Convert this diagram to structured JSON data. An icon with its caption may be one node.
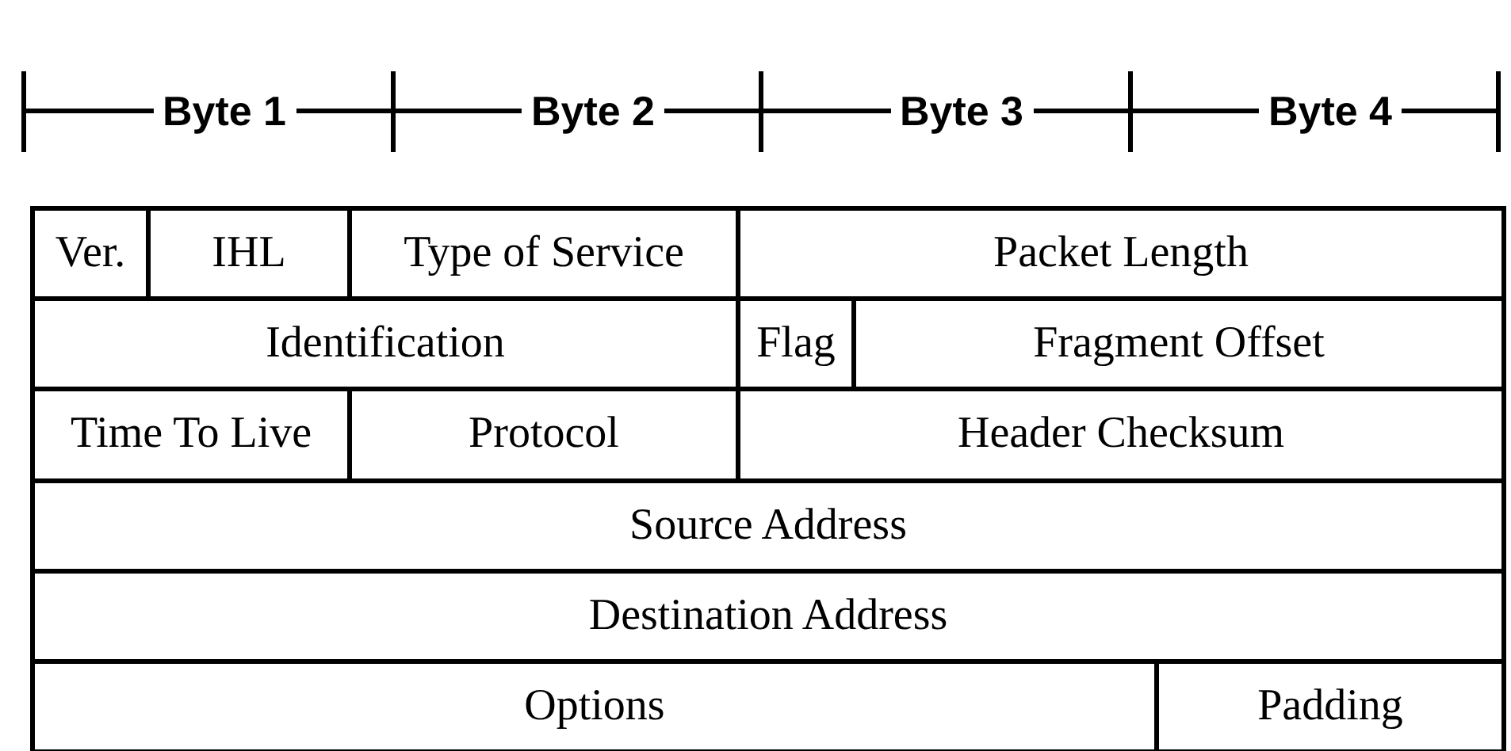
{
  "diagram": {
    "nodes": [
      {
        "text": [
          "Ver."
        ]
      },
      {
        "text": [
          "IHL"
        ]
      },
      {
        "text": [
          "Type of Service"
        ]
      },
      {
        "text": [
          "Packet Length"
        ]
      },
      {
        "text": [
          "Identification"
        ]
      },
      {
        "text": [
          "Flag"
        ]
      },
      {
        "text": [
          "Fragment Offset"
        ]
      },
      {
        "text": [
          "Time To Live"
        ]
      },
      {
        "text": [
          "Protocol"
        ]
      },
      {
        "text": [
          "Header Checksum"
        ]
      },
      {
        "text": [
          "Source Address"
        ]
      },
      {
        "text": [
          "Destination Address"
        ]
      },
      {
        "text": [
          "Options"
        ]
      },
      {
        "text": [
          "Padding"
        ]
      }
    ],
    "labels": [
      "Byte 1",
      "Byte 2",
      "Byte 3",
      "Byte 4"
    ]
  }
}
